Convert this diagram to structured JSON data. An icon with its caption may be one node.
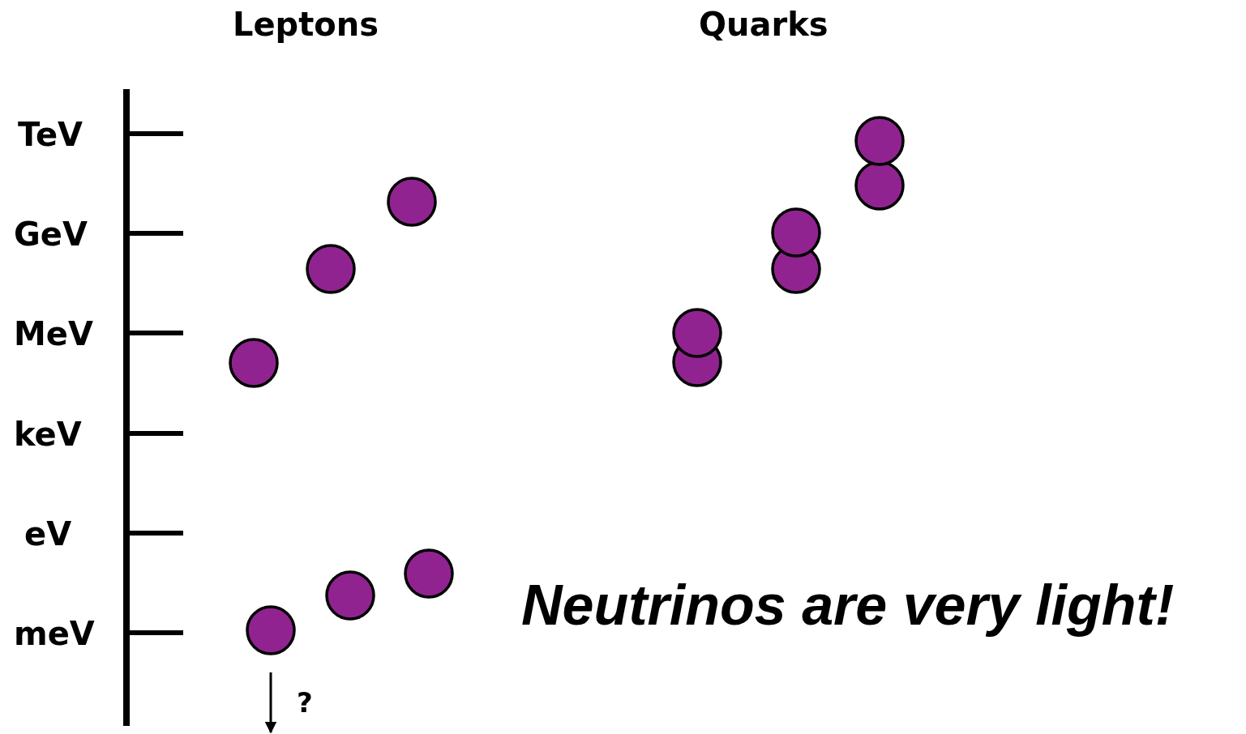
{
  "diagram": {
    "nodes": [
      {
        "text": [],
        "shape": "circle"
      },
      {
        "text": [],
        "shape": "circle"
      },
      {
        "text": [],
        "shape": "circle"
      },
      {
        "text": [],
        "shape": "circle"
      },
      {
        "text": [],
        "shape": "circle"
      },
      {
        "text": [],
        "shape": "circle"
      },
      {
        "text": [],
        "shape": "circle"
      },
      {
        "text": [],
        "shape": "circle"
      },
      {
        "text": [],
        "shape": "circle"
      },
      {
        "text": [],
        "shape": "circle"
      },
      {
        "text": [],
        "shape": "circle"
      },
      {
        "text": [],
        "shape": "circle"
      }
    ],
    "labels": [
      "Leptons",
      "Quarks",
      "TeV",
      "GeV",
      "MeV",
      "keV",
      "eV",
      "meV",
      "?",
      "Neutrinos are very light!"
    ]
  }
}
